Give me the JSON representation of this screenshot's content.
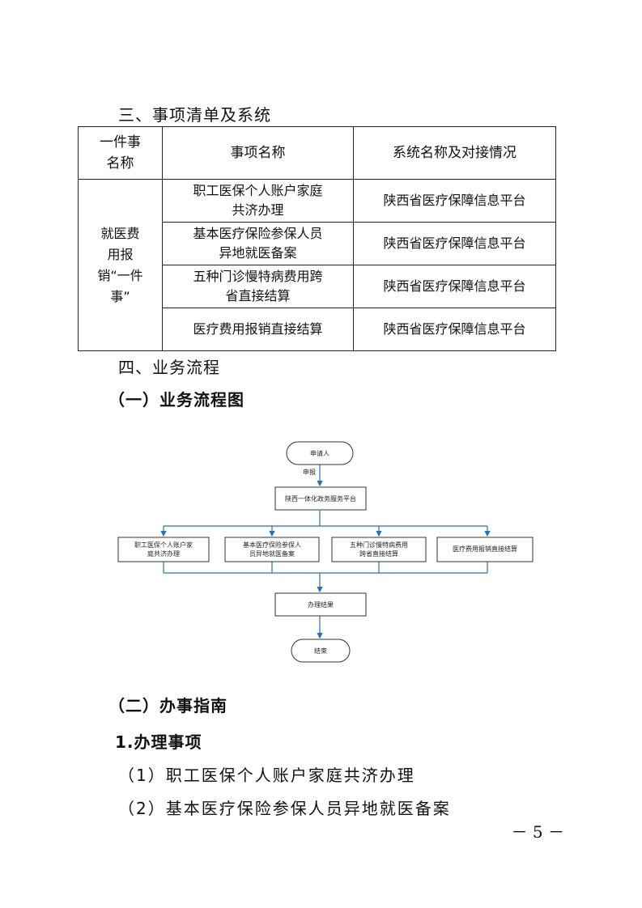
{
  "section3_title": "三、事项清单及系统",
  "table": {
    "headers": [
      "一件事名称",
      "事项名称",
      "系统名称及对接情况"
    ],
    "group_name": "就医费用报销“一件事”",
    "rows": [
      {
        "item": "职工医保个人账户家庭共济办理",
        "system": "陕西省医疗保障信息平台"
      },
      {
        "item": "基本医疗保险参保人员异地就医备案",
        "system": "陕西省医疗保障信息平台"
      },
      {
        "item": "五种门诊慢特病费用跨省直接结算",
        "system": "陕西省医疗保障信息平台"
      },
      {
        "item": "医疗费用报销直接结算",
        "system": "陕西省医疗保障信息平台"
      }
    ]
  },
  "section4_title": "四、业务流程",
  "sub1_title": "（一）业务流程图",
  "flow": {
    "start": "申请人",
    "edge_label": "申报",
    "platform": "陕西一体化政务服务平台",
    "items": [
      "职工医保个人账户家庭共济办理",
      "基本医疗保险参保人员异地就医备案",
      "五种门诊慢特病费用跨省直接结算",
      "医疗费用报销直接结算"
    ],
    "result": "办理结果",
    "end": "结束"
  },
  "sub2_title": "（二）办事指南",
  "list_title": "1.办理事项",
  "list_items": [
    "（1）职工医保个人账户家庭共济办理",
    "（2）基本医疗保险参保人员异地就医备案"
  ],
  "page_number": "－ 5 －"
}
